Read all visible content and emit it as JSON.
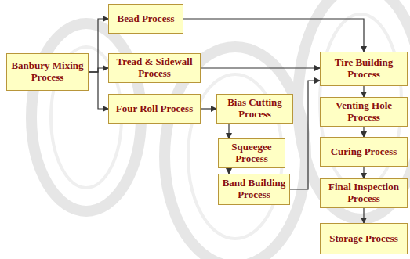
{
  "diagram": {
    "nodes": [
      {
        "text": [
          "Banbury Mixing Process"
        ]
      },
      {
        "text": [
          "Bead Process"
        ]
      },
      {
        "text": [
          "Tread & Sidewall Process"
        ]
      },
      {
        "text": [
          "Four Roll Process"
        ]
      },
      {
        "text": [
          "Bias Cutting Process"
        ]
      },
      {
        "text": [
          "Squeegee Process"
        ]
      },
      {
        "text": [
          "Band Building Process"
        ]
      },
      {
        "text": [
          "Tire Building Process"
        ]
      },
      {
        "text": [
          "Venting Hole Process"
        ]
      },
      {
        "text": [
          "Curing Process"
        ]
      },
      {
        "text": [
          "Final Inspection Process"
        ]
      },
      {
        "text": [
          "Storage Process"
        ]
      }
    ],
    "edges": [
      {
        "from": 0,
        "to": 1,
        "arrow": "to"
      },
      {
        "from": 0,
        "to": 2,
        "arrow": "to"
      },
      {
        "from": 0,
        "to": 3,
        "arrow": "to"
      },
      {
        "from": 1,
        "to": 7,
        "arrow": "to"
      },
      {
        "from": 2,
        "to": 7,
        "arrow": "to"
      },
      {
        "from": 3,
        "to": 4,
        "arrow": "to"
      },
      {
        "from": 4,
        "to": 5,
        "arrow": "to"
      },
      {
        "from": 5,
        "to": 6,
        "arrow": "to"
      },
      {
        "from": 6,
        "to": 7,
        "arrow": "to"
      },
      {
        "from": 7,
        "to": 8,
        "arrow": "to"
      },
      {
        "from": 8,
        "to": 9,
        "arrow": "to"
      },
      {
        "from": 9,
        "to": 10,
        "arrow": "to"
      },
      {
        "from": 10,
        "to": 11,
        "arrow": "to"
      }
    ]
  }
}
